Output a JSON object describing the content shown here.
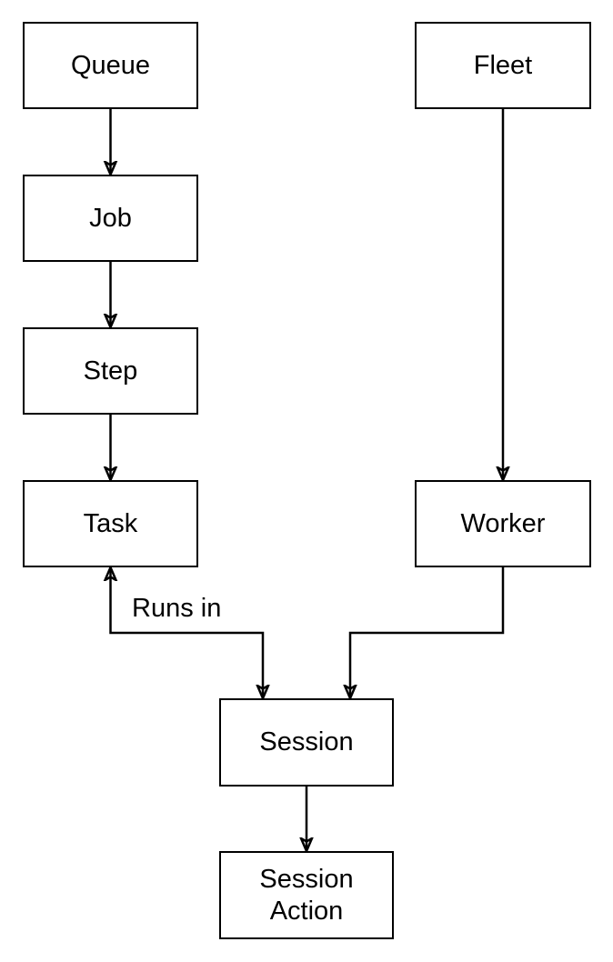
{
  "diagram": {
    "background_color": "#ffffff",
    "stroke_color": "#000000",
    "text_color": "#000000",
    "nodes": {
      "queue": {
        "label": "Queue"
      },
      "job": {
        "label": "Job"
      },
      "step": {
        "label": "Step"
      },
      "task": {
        "label": "Task"
      },
      "fleet": {
        "label": "Fleet"
      },
      "worker": {
        "label": "Worker"
      },
      "session": {
        "label": "Session"
      },
      "session_action": {
        "label": "Session\nAction"
      }
    },
    "edges": [
      {
        "from": "Queue",
        "to": "Job",
        "label": "",
        "arrows": "end"
      },
      {
        "from": "Job",
        "to": "Step",
        "label": "",
        "arrows": "end"
      },
      {
        "from": "Step",
        "to": "Task",
        "label": "",
        "arrows": "end"
      },
      {
        "from": "Fleet",
        "to": "Worker",
        "label": "",
        "arrows": "end"
      },
      {
        "from": "Session",
        "to": "Task",
        "label": "Runs in",
        "arrows": "both"
      },
      {
        "from": "Worker",
        "to": "Session",
        "label": "",
        "arrows": "end"
      },
      {
        "from": "Session",
        "to": "Session Action",
        "label": "",
        "arrows": "end"
      }
    ]
  }
}
